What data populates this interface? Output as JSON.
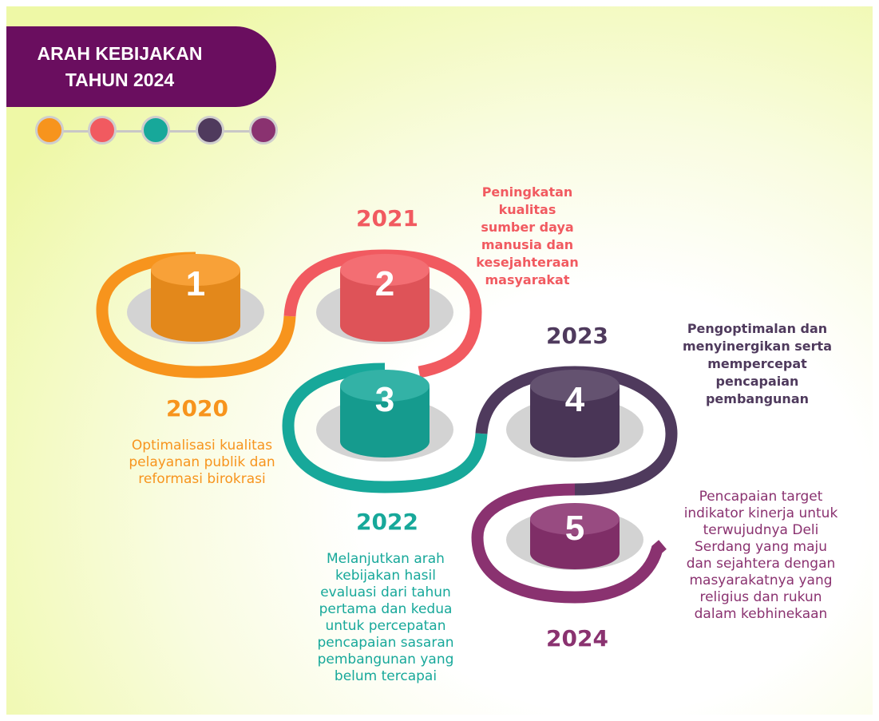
{
  "header": {
    "title": "ARAH KEBIJAKAN\nTAHUN 2024"
  },
  "legend_dots": [
    {
      "icon": "dot-orange",
      "color": "#f7941d"
    },
    {
      "icon": "dot-red",
      "color": "#f15a60"
    },
    {
      "icon": "dot-teal",
      "color": "#17a89a"
    },
    {
      "icon": "dot-purple",
      "color": "#4f3a5d"
    },
    {
      "icon": "dot-magenta",
      "color": "#8a3270"
    }
  ],
  "steps": [
    {
      "number": "1",
      "year": "2020",
      "color": "#f7941d",
      "description": "Optimalisasi kualitas\npelayanan publik dan\nreformasi birokrasi"
    },
    {
      "number": "2",
      "year": "2021",
      "color": "#f15a60",
      "description": "Peningkatan kualitas\nsumber daya\nmanusia dan\nkesejahteraan\nmasyarakat"
    },
    {
      "number": "3",
      "year": "2022",
      "color": "#17a89a",
      "description": "Melanjutkan arah\nkebijakan hasil\nevaluasi dari tahun\npertama dan kedua\nuntuk percepatan\npencapaian sasaran\npembangunan yang\nbelum tercapai"
    },
    {
      "number": "4",
      "year": "2023",
      "color": "#4f3a5d",
      "description": "Pengoptimalan dan\nmenyinergikan serta\nmempercepat\npencapaian\npembangunan"
    },
    {
      "number": "5",
      "year": "2024",
      "color": "#8a3270",
      "description": "Pencapaian target\nindikator kinerja untuk\nterwujudnya Deli\nSerdang yang maju\ndan sejahtera dengan\nmasyarakatnya yang\nreligius dan rukun\ndalam kebhinekaan"
    }
  ]
}
